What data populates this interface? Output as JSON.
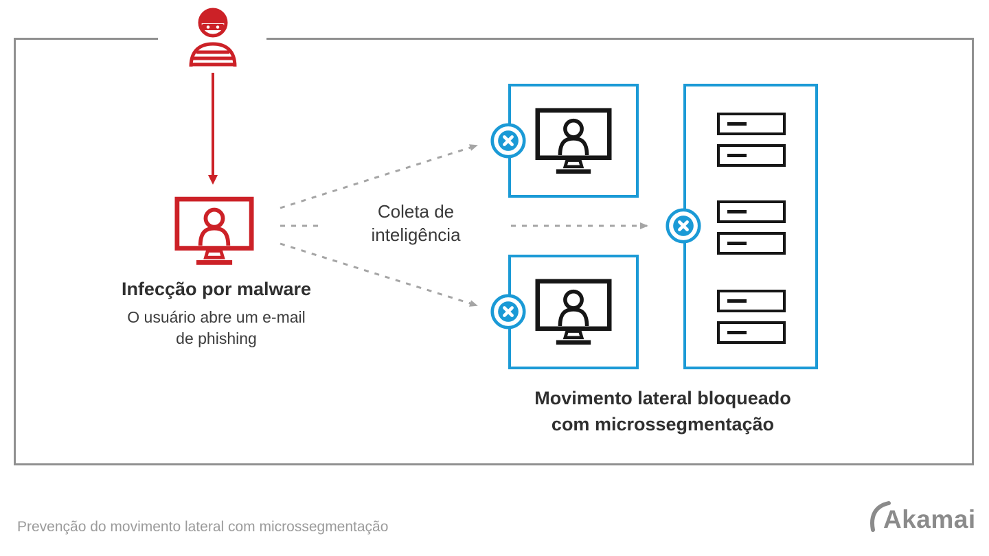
{
  "colors": {
    "red": "#cc2127",
    "blue": "#1b9ad6",
    "dark_text": "#3c3c3c",
    "arrow_gray": "#a5a5a5",
    "frame_gray": "#909090",
    "caption_gray": "#9b9b9b",
    "logo_gray": "#8b8b8b"
  },
  "infection": {
    "title": "Infecção por malware",
    "subtitle_line1": "O usuário abre um e-mail",
    "subtitle_line2": "de phishing"
  },
  "collection": {
    "line1": "Coleta de",
    "line2": "inteligência"
  },
  "blocked": {
    "line1": "Movimento lateral bloqueado",
    "line2": "com microssegmentação"
  },
  "caption": "Prevenção do movimento lateral com microssegmentação",
  "logo": {
    "text": "Akamai"
  },
  "icons": {
    "attacker": "hacker-icon",
    "infected_computer": "monitor-user-icon",
    "workstation": "monitor-user-icon",
    "server_rack": "server-rack-icon",
    "blocked_badge": "blocked-x-icon",
    "lateral_arrows": "dashed-arrow-icon",
    "infection_arrow": "down-arrow-icon"
  }
}
